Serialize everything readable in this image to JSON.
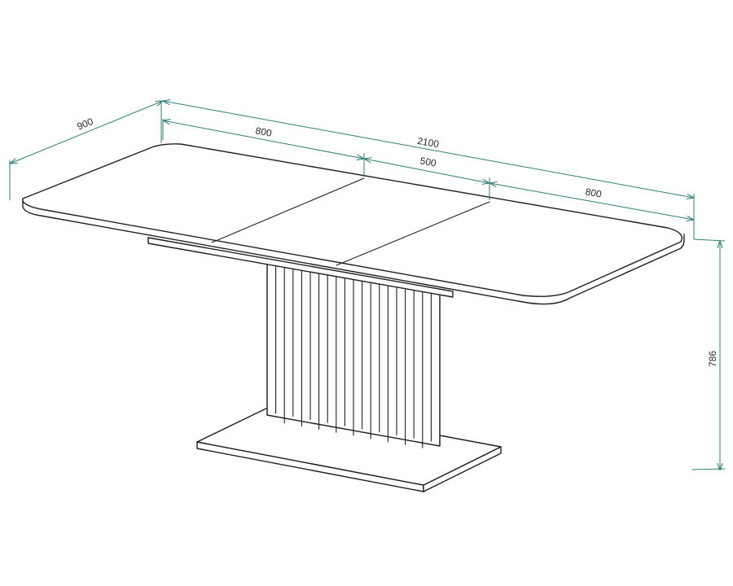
{
  "dimensions": {
    "total_length": "2100",
    "width": "900",
    "height": "786",
    "leaf_left": "800",
    "leaf_middle": "500",
    "leaf_right": "800"
  },
  "colors": {
    "outline": "#1f1f1f",
    "dimension_line": "#2e7d74",
    "text": "#2a2a2a"
  }
}
